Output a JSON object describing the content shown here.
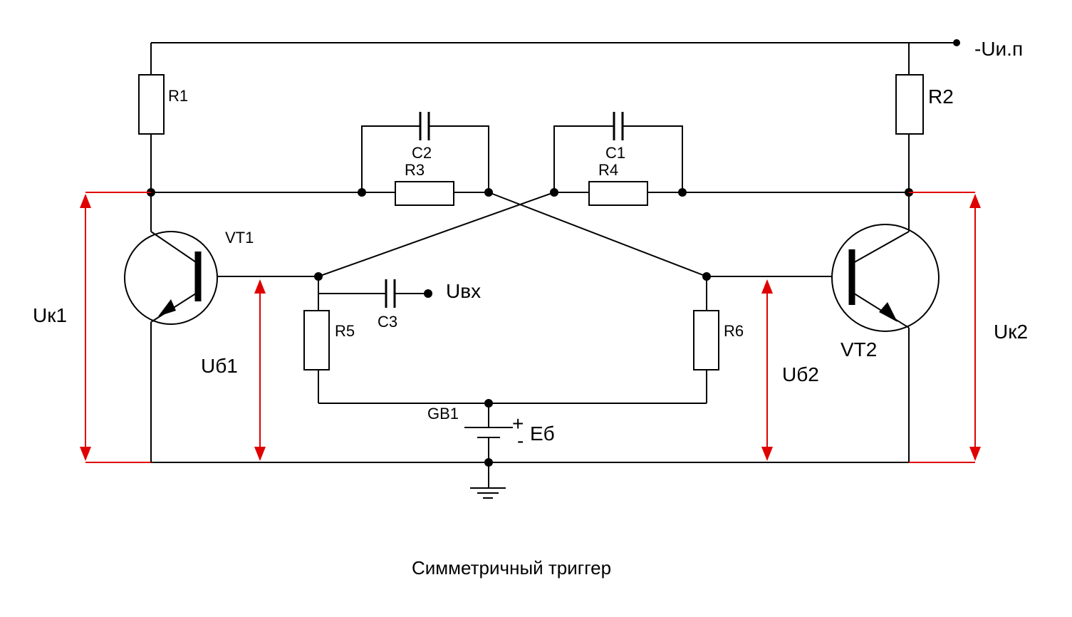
{
  "labels": {
    "supply": "-Uи.п",
    "r1": "R1",
    "r2": "R2",
    "r3": "R3",
    "r4": "R4",
    "r5": "R5",
    "r6": "R6",
    "c1": "C1",
    "c2": "C2",
    "c3": "C3",
    "vt1": "VT1",
    "vt2": "VT2",
    "gb1": "GB1",
    "input": "Uвх",
    "uk1": "Uк1",
    "uk2": "Uк2",
    "ub1": "Uб1",
    "ub2": "Uб2",
    "bias": "Eб",
    "plus": "+",
    "minus": "-"
  },
  "caption": "Симметричный триггер",
  "colors": {
    "wire": "#000000",
    "measurement": "#e00000",
    "background": "#ffffff"
  }
}
